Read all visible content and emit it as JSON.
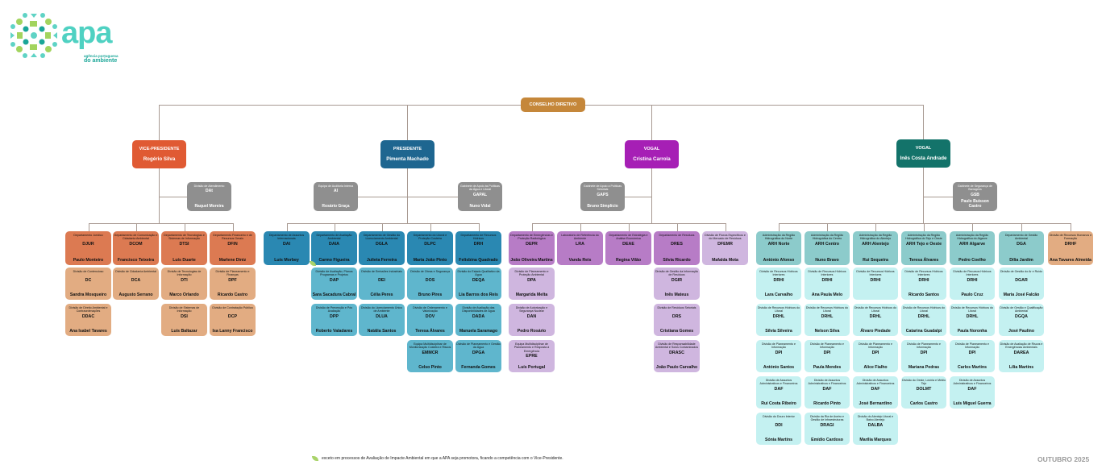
{
  "logo": {
    "text": "apa",
    "subtitle_1": "agência portuguesa",
    "subtitle_2": "do ambiente"
  },
  "council": "CONSELHO DIRETIVO",
  "colors": {
    "council": "#c5873a",
    "vice": "#e05a33",
    "president": "#1e6690",
    "vogal_carrola": "#a61fb5",
    "vogal_andrade": "#13736a",
    "staff": "#8f8f8f"
  },
  "groups": [
    {
      "title": "VICE-PRESIDENTE",
      "name": "Rogério Silva",
      "staff": [
        {
          "unit": "Divisão de Atendimento",
          "code": "DAt",
          "head": "Raquel Moreira"
        }
      ],
      "columns": [
        [
          {
            "unit": "Departamento Jurídico",
            "code": "DJUR",
            "head": "Paulo Monteiro"
          },
          {
            "unit": "Divisão de Contencioso",
            "code": "DC",
            "head": "Sandra Mosqueiro"
          },
          {
            "unit": "Divisão de Direito Ambiental e Contraordenações",
            "code": "DDAC",
            "head": "Ana Isabel Tavares"
          }
        ],
        [
          {
            "unit": "Departamento de Comunicação e Cidadania Ambiental",
            "code": "DCOM",
            "head": "Francisco Teixeira"
          },
          {
            "unit": "Divisão de Cidadania Ambiental",
            "code": "DCA",
            "head": "Augusto Serrano"
          }
        ],
        [
          {
            "unit": "Departamento de Tecnologias e Sistemas de Informação",
            "code": "DTSI",
            "head": "Luís Duarte"
          },
          {
            "unit": "Divisão de Tecnologias de Informação",
            "code": "DTI",
            "head": "Marco Orlando"
          },
          {
            "unit": "Divisão de Sistemas de Informação",
            "code": "DSI",
            "head": "Luís Baltazar"
          }
        ],
        [
          {
            "unit": "Departamento Financeiro e de Recursos Gerais",
            "code": "DFIN",
            "head": "Marlene Diniz"
          },
          {
            "unit": "Divisão de Planeamento e Finanças",
            "code": "DPF",
            "head": "Ricardo Castro"
          },
          {
            "unit": "Divisão de Contratação Pública",
            "code": "DCP",
            "head": "Isa Lanny Francisco"
          }
        ]
      ]
    },
    {
      "title": "PRESIDENTE",
      "name": "Pimenta Machado",
      "staff": [
        {
          "unit": "Equipa de Auditoria Interna",
          "code": "AI",
          "head": "Rosário Graça"
        },
        {
          "unit": "Gabinete de Apoio às Políticas da Água e Litoral",
          "code": "GAPAL",
          "head": "Nuno Vidal"
        }
      ],
      "columns": [
        [
          {
            "unit": "Departamento de Assuntos Internacionais",
            "code": "DAI",
            "head": "Luís Morbey"
          }
        ],
        [
          {
            "unit": "Departamento de Avaliação Ambiental",
            "code": "DAIA",
            "head": "Carmo Figueira"
          },
          {
            "unit": "Divisão de Avaliação, Planos Programas e Projetos",
            "code": "DAP",
            "head": "Sara Sacadura Cabral"
          },
          {
            "unit": "Divisão de Prevenção e Pós Avaliação",
            "code": "DPP",
            "head": "Roberto Valadares"
          }
        ],
        [
          {
            "unit": "Departamento de Gestão do Licenciamento Ambiental",
            "code": "DGLA",
            "head": "Julieta Ferreira"
          },
          {
            "unit": "Divisão de Emissões Industriais",
            "code": "DEI",
            "head": "Célia Peres"
          },
          {
            "unit": "Divisão do Licenciamento Único de Ambiente",
            "code": "DLUA",
            "head": "Natália Santos"
          }
        ],
        [
          {
            "unit": "Departamento do Litoral e Proteção Costeira",
            "code": "DLPC",
            "head": "Maria João Pinto"
          },
          {
            "unit": "Divisão de Obras e Segurança",
            "code": "DOS",
            "head": "Bruno Pires"
          },
          {
            "unit": "Divisão de Ordenamento e Valorização",
            "code": "DOV",
            "head": "Teresa Álvares"
          },
          {
            "unit": "Equipa Multidisciplinar de Monitorização Costeira e Riscos",
            "code": "EMMCR",
            "head": "Celso Pinto"
          }
        ],
        [
          {
            "unit": "Departamento de Recursos Hídricos",
            "code": "DRH",
            "head": "Felisbina Quadrado"
          },
          {
            "unit": "Divisão do Estado Qualitativo da Água",
            "code": "DEQA",
            "head": "Lia Barros dos Reis"
          },
          {
            "unit": "Divisão de Avaliação das Disponibilidades de Água",
            "code": "DADA",
            "head": "Manuela Saramago"
          },
          {
            "unit": "Divisão de Planeamento e Gestão da Água",
            "code": "DPGA",
            "head": "Fernanda Gomes"
          }
        ]
      ]
    },
    {
      "title": "VOGAL",
      "name": "Cristina Carrola",
      "staff": [
        {
          "unit": "Gabinete de Apoio a Políticas Setoriais",
          "code": "GAPS",
          "head": "Bruno Simplício"
        }
      ],
      "columns": [
        [
          {
            "unit": "Departamento de Emergências e Proteção Radiológica",
            "code": "DEPR",
            "head": "João Oliveira Martins"
          },
          {
            "unit": "Divisão de Planeamento e Proteção Ambiental",
            "code": "DPA",
            "head": "Margarida Melta"
          },
          {
            "unit": "Divisão de Autorização e Segurança Nuclear",
            "code": "DAN",
            "head": "Pedro Rosário"
          },
          {
            "unit": "Equipa Multidisciplinar de Planeamento e Resposta à Emergência",
            "code": "EPRE",
            "head": "Luís Portugal"
          }
        ],
        [
          {
            "unit": "Laboratório de Referência do Ambiente",
            "code": "LRA",
            "head": "Vanda Reis"
          }
        ],
        [
          {
            "unit": "Departamento de Estratégia e Análise Económica",
            "code": "DEAE",
            "head": "Regina Vilão"
          }
        ],
        [
          {
            "unit": "Departamento de Resíduos",
            "code": "DRES",
            "head": "Sílvia Ricardo"
          },
          {
            "unit": "Divisão de Gestão da Informação de Resíduos",
            "code": "DGIR",
            "head": "Inês Mateus"
          },
          {
            "unit": "Divisão de Resíduos Setoriais",
            "code": "DRS",
            "head": "Cristiana Gomes"
          },
          {
            "unit": "Divisão de Responsabilidade Ambiental e Solos Contaminados",
            "code": "DRASC",
            "head": "João Paulo Carvalho"
          }
        ],
        [
          {
            "unit": "Divisão de Fluxos Específicos e do Mercado de Resíduos",
            "code": "DFEMR",
            "head": "Mafalda Mota"
          }
        ]
      ]
    },
    {
      "title": "VOGAL",
      "name": "Inês Costa Andrade",
      "staff": [
        {
          "unit": "Gabinete de Segurança de Barragens",
          "code": "GSB",
          "head": "Paulo Buisson Castro"
        }
      ],
      "columns": [
        [
          {
            "unit": "Administração da Região Hidrográfica do Norte",
            "code": "ARH Norte",
            "head": "António Afonso"
          },
          {
            "unit": "Divisão de Recursos Hídricos Interiores",
            "code": "DRHI",
            "head": "Lara Carvalho"
          },
          {
            "unit": "Divisão de Recursos Hídricos do Litoral",
            "code": "DRHL",
            "head": "Sílvia Silveira"
          },
          {
            "unit": "Divisão de Planeamento e Informação",
            "code": "DPI",
            "head": "António Santos"
          },
          {
            "unit": "Divisão de Assuntos Administrativos e Financeiros",
            "code": "DAF",
            "head": "Rui Costa Ribeiro"
          },
          {
            "unit": "Divisão do Douro Interior",
            "code": "DDI",
            "head": "Sónia Martins"
          }
        ],
        [
          {
            "unit": "Administração da Região Hidrográfica do Centro",
            "code": "ARH Centro",
            "head": "Nuno Bravo"
          },
          {
            "unit": "Divisão de Recursos Hídricos Interiores",
            "code": "DRHI",
            "head": "Ana Paula Melo"
          },
          {
            "unit": "Divisão de Recursos Hídricos do Litoral",
            "code": "DRHL",
            "head": "Nelson Silva"
          },
          {
            "unit": "Divisão de Planeamento e Informação",
            "code": "DPI",
            "head": "Paula Mendes"
          },
          {
            "unit": "Divisão de Assuntos Administrativos e Financeiros",
            "code": "DAF",
            "head": "Ricardo Pinto"
          },
          {
            "unit": "Divisão da Ria de Aveiro e Gestão de Infraestruturas",
            "code": "DRAGI",
            "head": "Emídio Cardoso"
          }
        ],
        [
          {
            "unit": "Administração da Região Hidrográfica do Alentejo",
            "code": "ARH Alentejo",
            "head": "Rui Sequeira"
          },
          {
            "unit": "Divisão de Recursos Hídricos Interiores",
            "code": "DRHI",
            "head": ""
          },
          {
            "unit": "Divisão de Recursos Hídricos do Litoral",
            "code": "DRHL",
            "head": "Álvaro Piedade"
          },
          {
            "unit": "Divisão de Planeamento e Informação",
            "code": "DPI",
            "head": "Alice Fialho"
          },
          {
            "unit": "Divisão de Assuntos Administrativos e Financeiros",
            "code": "DAF",
            "head": "José Bernardino"
          },
          {
            "unit": "Divisão do Alentejo Litoral e Baixo Alentejo",
            "code": "DALBA",
            "head": "Marília Marques"
          }
        ],
        [
          {
            "unit": "Administração da Região Hidrográfica do Tejo e Oeste",
            "code": "ARH Tejo e Oeste",
            "head": "Teresa Álvares"
          },
          {
            "unit": "Divisão de Recursos Hídricos Interiores",
            "code": "DRHI",
            "head": "Ricardo Santos"
          },
          {
            "unit": "Divisão de Recursos Hídricos do Litoral",
            "code": "DRHL",
            "head": "Catarina Guadalpi"
          },
          {
            "unit": "Divisão de Planeamento e Informação",
            "code": "DPI",
            "head": "Mariana Pedras"
          },
          {
            "unit": "Divisão do Oeste, Lezíria e Médio Tejo",
            "code": "DOLMT",
            "head": "Carlos Castro"
          }
        ],
        [
          {
            "unit": "Administração da Região Hidrográfica do Algarve",
            "code": "ARH Algarve",
            "head": "Pedro Coelho"
          },
          {
            "unit": "Divisão de Recursos Hídricos Interiores",
            "code": "DRHI",
            "head": "Paulo Cruz"
          },
          {
            "unit": "Divisão de Recursos Hídricos do Litoral",
            "code": "DRHL",
            "head": "Paula Noronha"
          },
          {
            "unit": "Divisão de Planeamento e Informação",
            "code": "DPI",
            "head": "Carlos Martins"
          },
          {
            "unit": "Divisão de Assuntos Administrativos e Financeiros",
            "code": "DAF",
            "head": "Luís Miguel Guerra"
          }
        ],
        [
          {
            "unit": "Departamento de Gestão Ambiental",
            "code": "DGA",
            "head": "Dília Jardim"
          },
          {
            "unit": "Divisão de Gestão do Ar e Ruído",
            "code": "DGAR",
            "head": "Maria José Falcão"
          },
          {
            "unit": "Divisão de Gestão e Qualificação Ambiental",
            "code": "DGQA",
            "head": "José Paulino"
          },
          {
            "unit": "Divisão de Avaliação de Riscos e Emergências Ambientais",
            "code": "DAREA",
            "head": "Lília Martins"
          }
        ],
        [
          {
            "unit": "Divisão de Recursos Humanos e Formação",
            "code": "DRHF",
            "head": "Ana Tavares Almeida"
          }
        ]
      ]
    }
  ],
  "footnote": "exceto em processos de Avaliação de Impacte Ambiental em que a APA seja promotora, ficando a competência com o Vice-Presidente.",
  "date": "OUTUBRO 2025"
}
